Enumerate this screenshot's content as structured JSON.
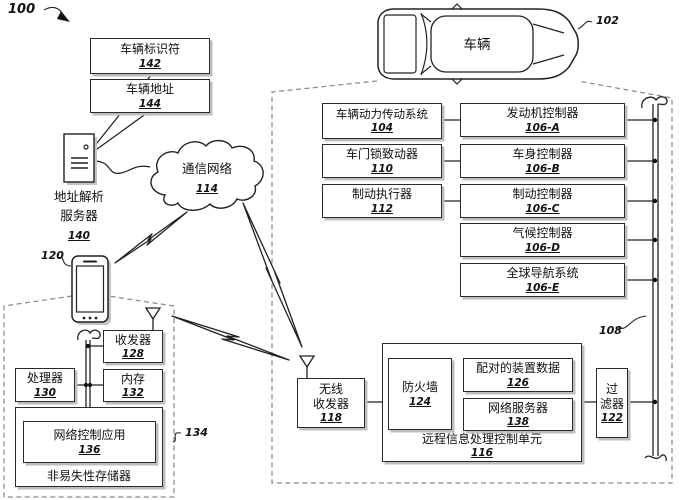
{
  "figure_ref": "100",
  "vehicle_identifier": {
    "label": "车辆标识符",
    "ref": "142"
  },
  "vehicle_address": {
    "label": "车辆地址",
    "ref": "144"
  },
  "server": {
    "line1": "地址解析",
    "line2": "服务器",
    "ref": "140"
  },
  "network": {
    "label": "通信网络",
    "ref": "114"
  },
  "vehicle": {
    "label": "车辆",
    "ref": "102"
  },
  "vehicle_bus_ref": "108",
  "powertrain": {
    "label": "车辆动力传动系统",
    "ref": "104"
  },
  "door_lock": {
    "label": "车门锁致动器",
    "ref": "110"
  },
  "brake_actuator": {
    "label": "制动执行器",
    "ref": "112"
  },
  "controllers": [
    {
      "label": "发动机控制器",
      "ref": "106-A"
    },
    {
      "label": "车身控制器",
      "ref": "106-B"
    },
    {
      "label": "制动控制器",
      "ref": "106-C"
    },
    {
      "label": "气候控制器",
      "ref": "106-D"
    },
    {
      "label": "全球导航系统",
      "ref": "106-E"
    }
  ],
  "mobile": {
    "ref": "120",
    "boundary_ref": "134",
    "transceiver": {
      "label": "收发器",
      "ref": "128"
    },
    "processor": {
      "label": "处理器",
      "ref": "130"
    },
    "memory": {
      "label": "内存",
      "ref": "132"
    },
    "app": {
      "label": "网络控制应用",
      "ref": "136"
    },
    "storage_label": "非易失性存储器"
  },
  "telematics": {
    "wireless": {
      "line1": "无线",
      "line2": "收发器",
      "ref": "118"
    },
    "firewall": {
      "label": "防火墙",
      "ref": "124"
    },
    "paired_data": {
      "label": "配对的装置数据",
      "ref": "126"
    },
    "web_server": {
      "label": "网络服务器",
      "ref": "138"
    },
    "unit": {
      "label": "远程信息处理控制单元",
      "ref": "116"
    },
    "filter": {
      "line1": "过",
      "line2": "滤器",
      "ref": "122"
    }
  },
  "colors": {
    "line": "#222222",
    "dashed": "#8a8a8a",
    "shadow": "#bdbdbd",
    "background": "#ffffff"
  }
}
